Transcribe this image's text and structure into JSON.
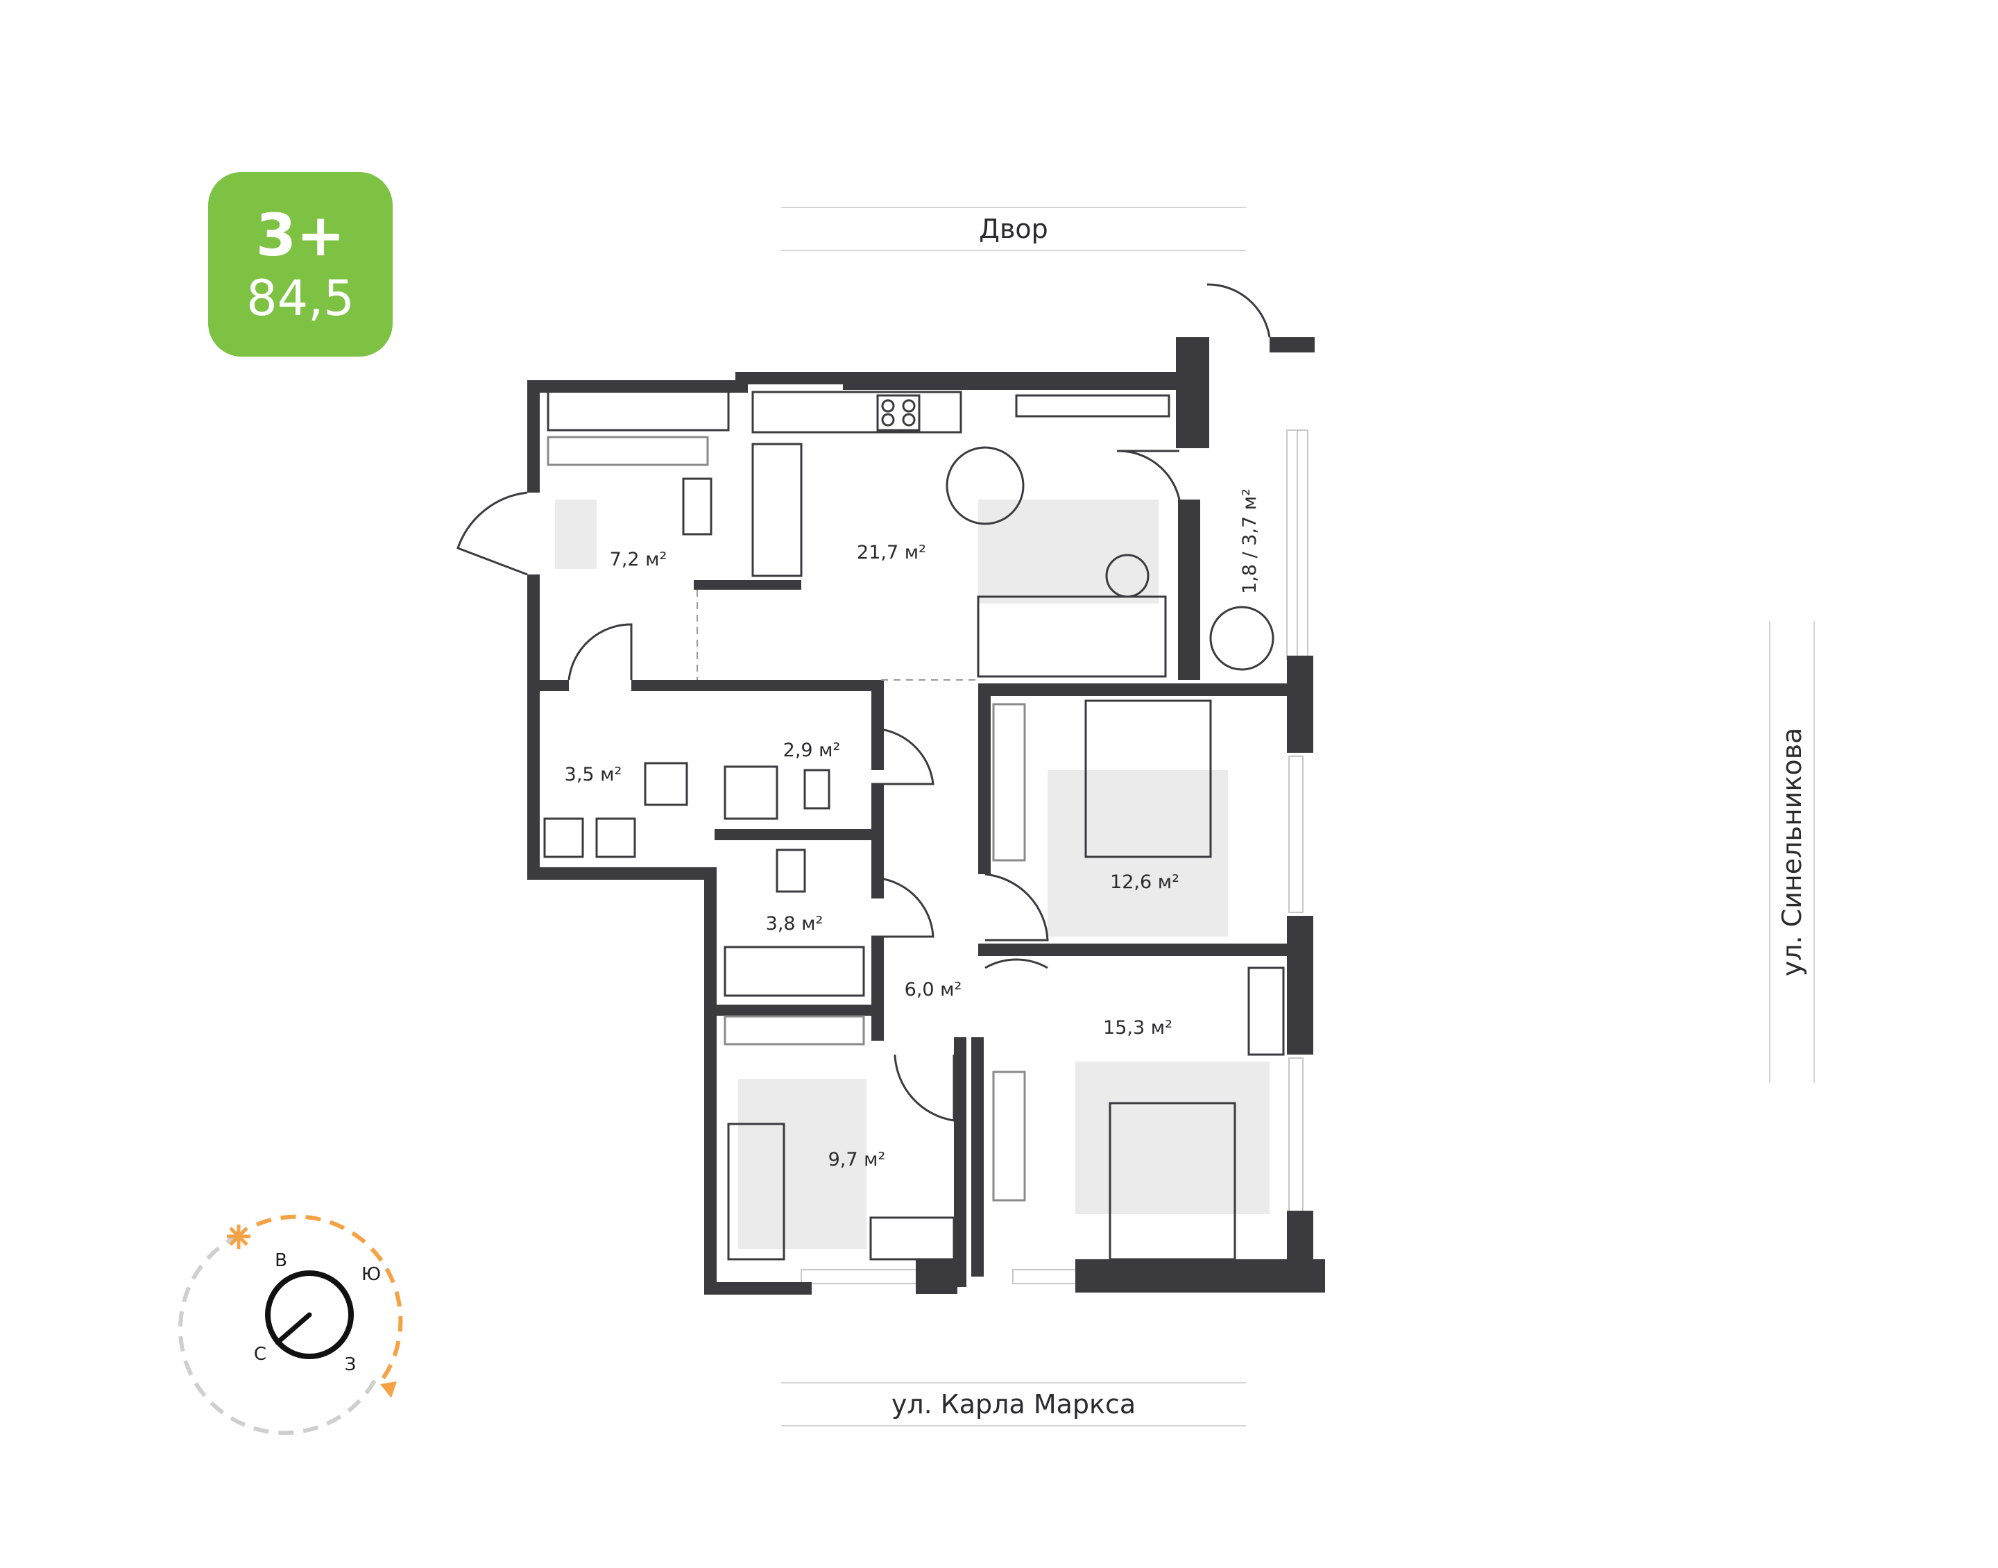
{
  "badge": {
    "rooms": "3+",
    "area": "84,5"
  },
  "streets": {
    "top": "Двор",
    "bottom": "ул. Карла Маркса",
    "right": "ул. Синельникова"
  },
  "rooms": [
    {
      "id": "hall",
      "area": "7,2 м²"
    },
    {
      "id": "kitchen-living",
      "area": "21,7 м²"
    },
    {
      "id": "balcony",
      "area": "1,8 / 3,7 м²"
    },
    {
      "id": "laundry",
      "area": "3,5 м²"
    },
    {
      "id": "wc",
      "area": "2,9 м²"
    },
    {
      "id": "bathroom",
      "area": "3,8 м²"
    },
    {
      "id": "corridor",
      "area": "6,0 м²"
    },
    {
      "id": "bedroom-1",
      "area": "12,6 м²"
    },
    {
      "id": "bedroom-2",
      "area": "15,3 м²"
    },
    {
      "id": "children-room",
      "area": "9,7 м²"
    }
  ],
  "compass": {
    "north": "С",
    "east": "В",
    "south": "Ю",
    "west": "З"
  },
  "colors": {
    "accent": "#7dc243",
    "wall": "#3b3b3f",
    "sun": "#f5a244",
    "rug": "#ebebeb",
    "compass_path": "#cfcfcf"
  }
}
